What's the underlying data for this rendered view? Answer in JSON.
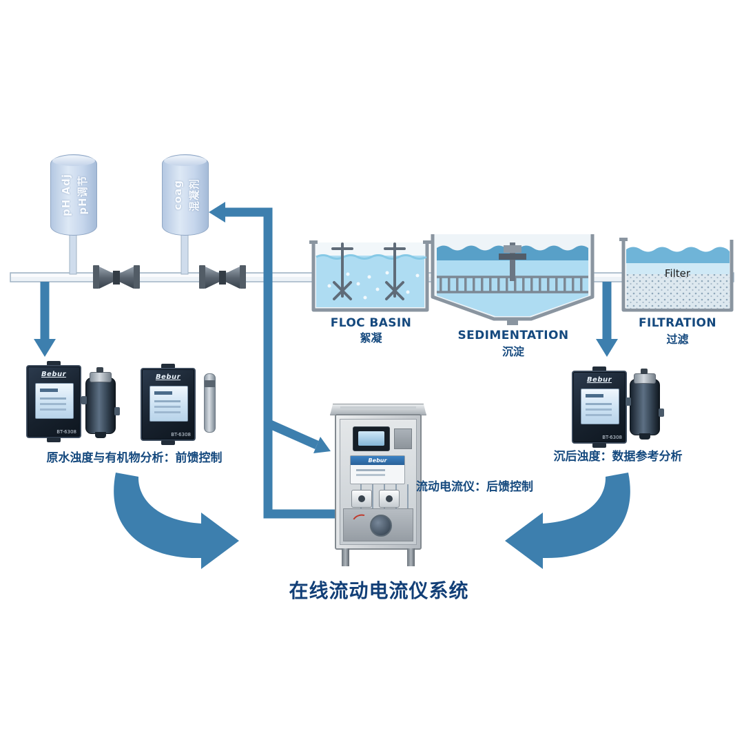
{
  "title": "在线流动电流仪系统",
  "colors": {
    "flow_arrow": "#3d7fae",
    "label_text": "#15497e",
    "water_light": "#aedcf2",
    "water_dark": "#58a0c8",
    "tank_fill": "#c9d8ec",
    "device_panel": "#1c2733"
  },
  "dosing": {
    "ph_tank": {
      "en": "pH Adj",
      "zh": "pH调节"
    },
    "coag_tank": {
      "en": "coag",
      "zh": "混凝剂"
    }
  },
  "stages": {
    "floc": {
      "en": "FLOC BASIN",
      "zh": "絮凝"
    },
    "sedimentation": {
      "en": "SEDIMENTATION",
      "zh": "沉淀"
    },
    "filtration": {
      "en": "FILTRATION",
      "zh": "过滤",
      "media": "Filter"
    }
  },
  "annotations": {
    "raw_water": "原水浊度与有机物分析：前馈控制",
    "scm": "流动电流仪：后馈控制",
    "settled": "沉后浊度：数据参考分析"
  },
  "devices": {
    "brand": "Bebur",
    "model": "BT-6308"
  }
}
